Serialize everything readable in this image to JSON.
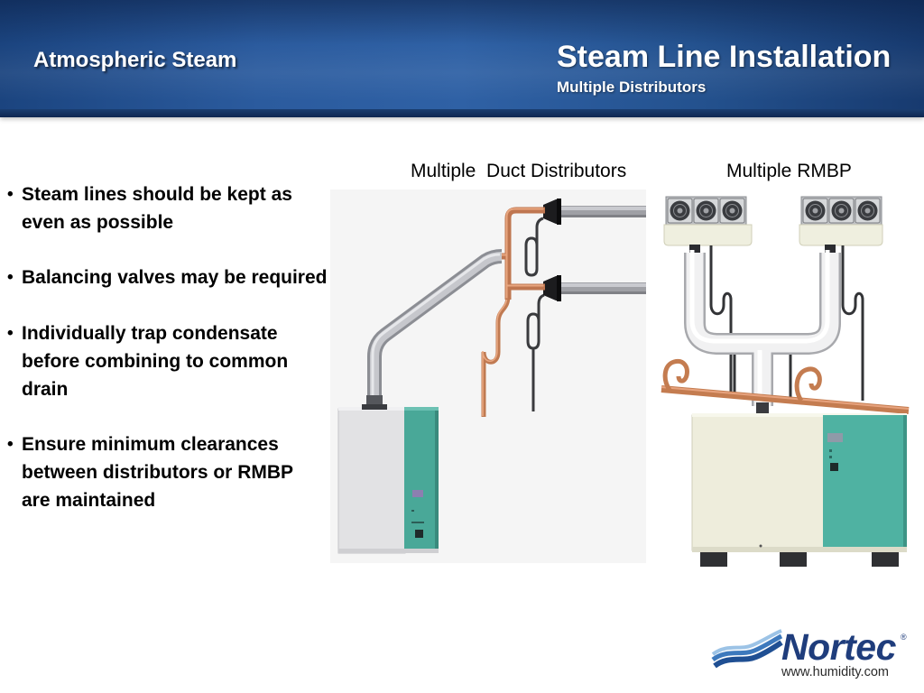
{
  "header": {
    "section_title": "Atmospheric Steam",
    "slide_title": "Steam Line Installation",
    "slide_subtitle": "Multiple Distributors"
  },
  "bullet_marker": "•",
  "bullets": [
    {
      "lines": [
        "Steam lines should be kept as",
        "even as possible"
      ]
    },
    {
      "lines": [
        "Balancing valves may be required"
      ]
    },
    {
      "lines": [
        "Individually trap condensate",
        "before combining to common",
        "drain"
      ]
    },
    {
      "lines": [
        "Ensure minimum clearances",
        "between distributors or RMBP",
        "are maintained"
      ]
    }
  ],
  "figures": {
    "duct_distributors_label": "Multiple  Duct Distributors",
    "rmbp_label": "Multiple RMBP"
  },
  "logo": {
    "name": "Nortec",
    "registered_mark": "®",
    "website": "www.humidity.com",
    "mark_icon": "nortec-wave-icon"
  },
  "colors": {
    "header_blue": "#2b5b9e",
    "teal_panel": "#4fb2a2",
    "copper_pipe": "#c07a52",
    "logo_navy": "#1f3d7c"
  }
}
